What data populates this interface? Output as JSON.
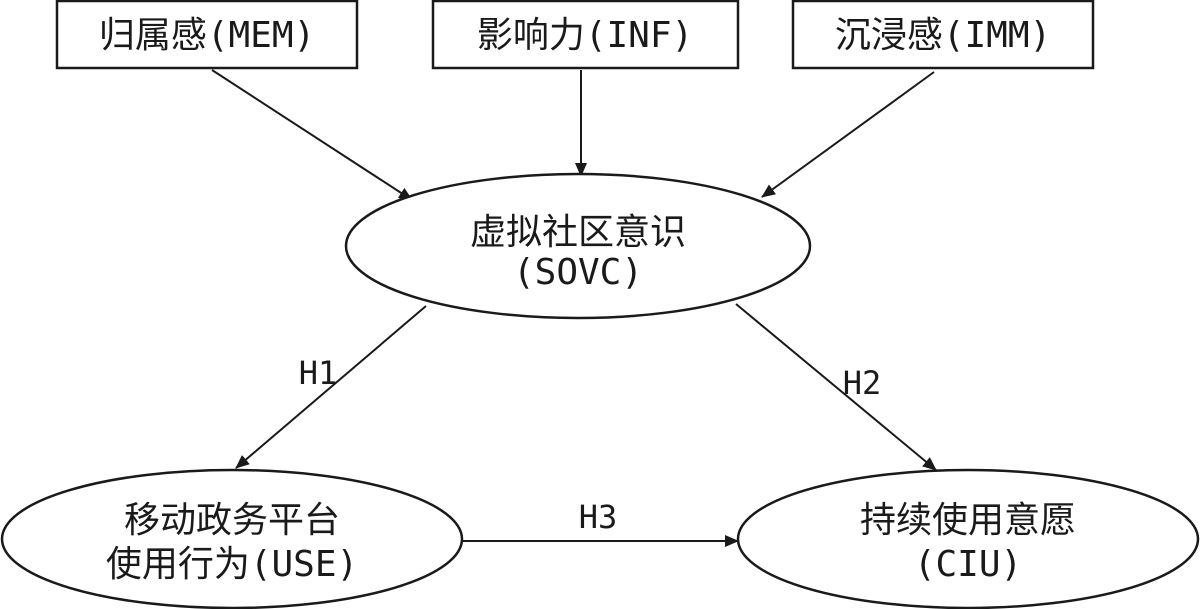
{
  "diagram": {
    "inputs": {
      "mem": "归属感(MEM)",
      "inf": "影响力(INF)",
      "imm": "沉浸感(IMM)"
    },
    "center": {
      "line1": "虚拟社区意识",
      "line2": "(SOVC)"
    },
    "left": {
      "line1": "移动政务平台",
      "line2": "使用行为(USE)"
    },
    "right": {
      "line1": "持续使用意愿",
      "line2": "(CIU)"
    },
    "edges": {
      "h1": "H1",
      "h2": "H2",
      "h3": "H3"
    }
  }
}
